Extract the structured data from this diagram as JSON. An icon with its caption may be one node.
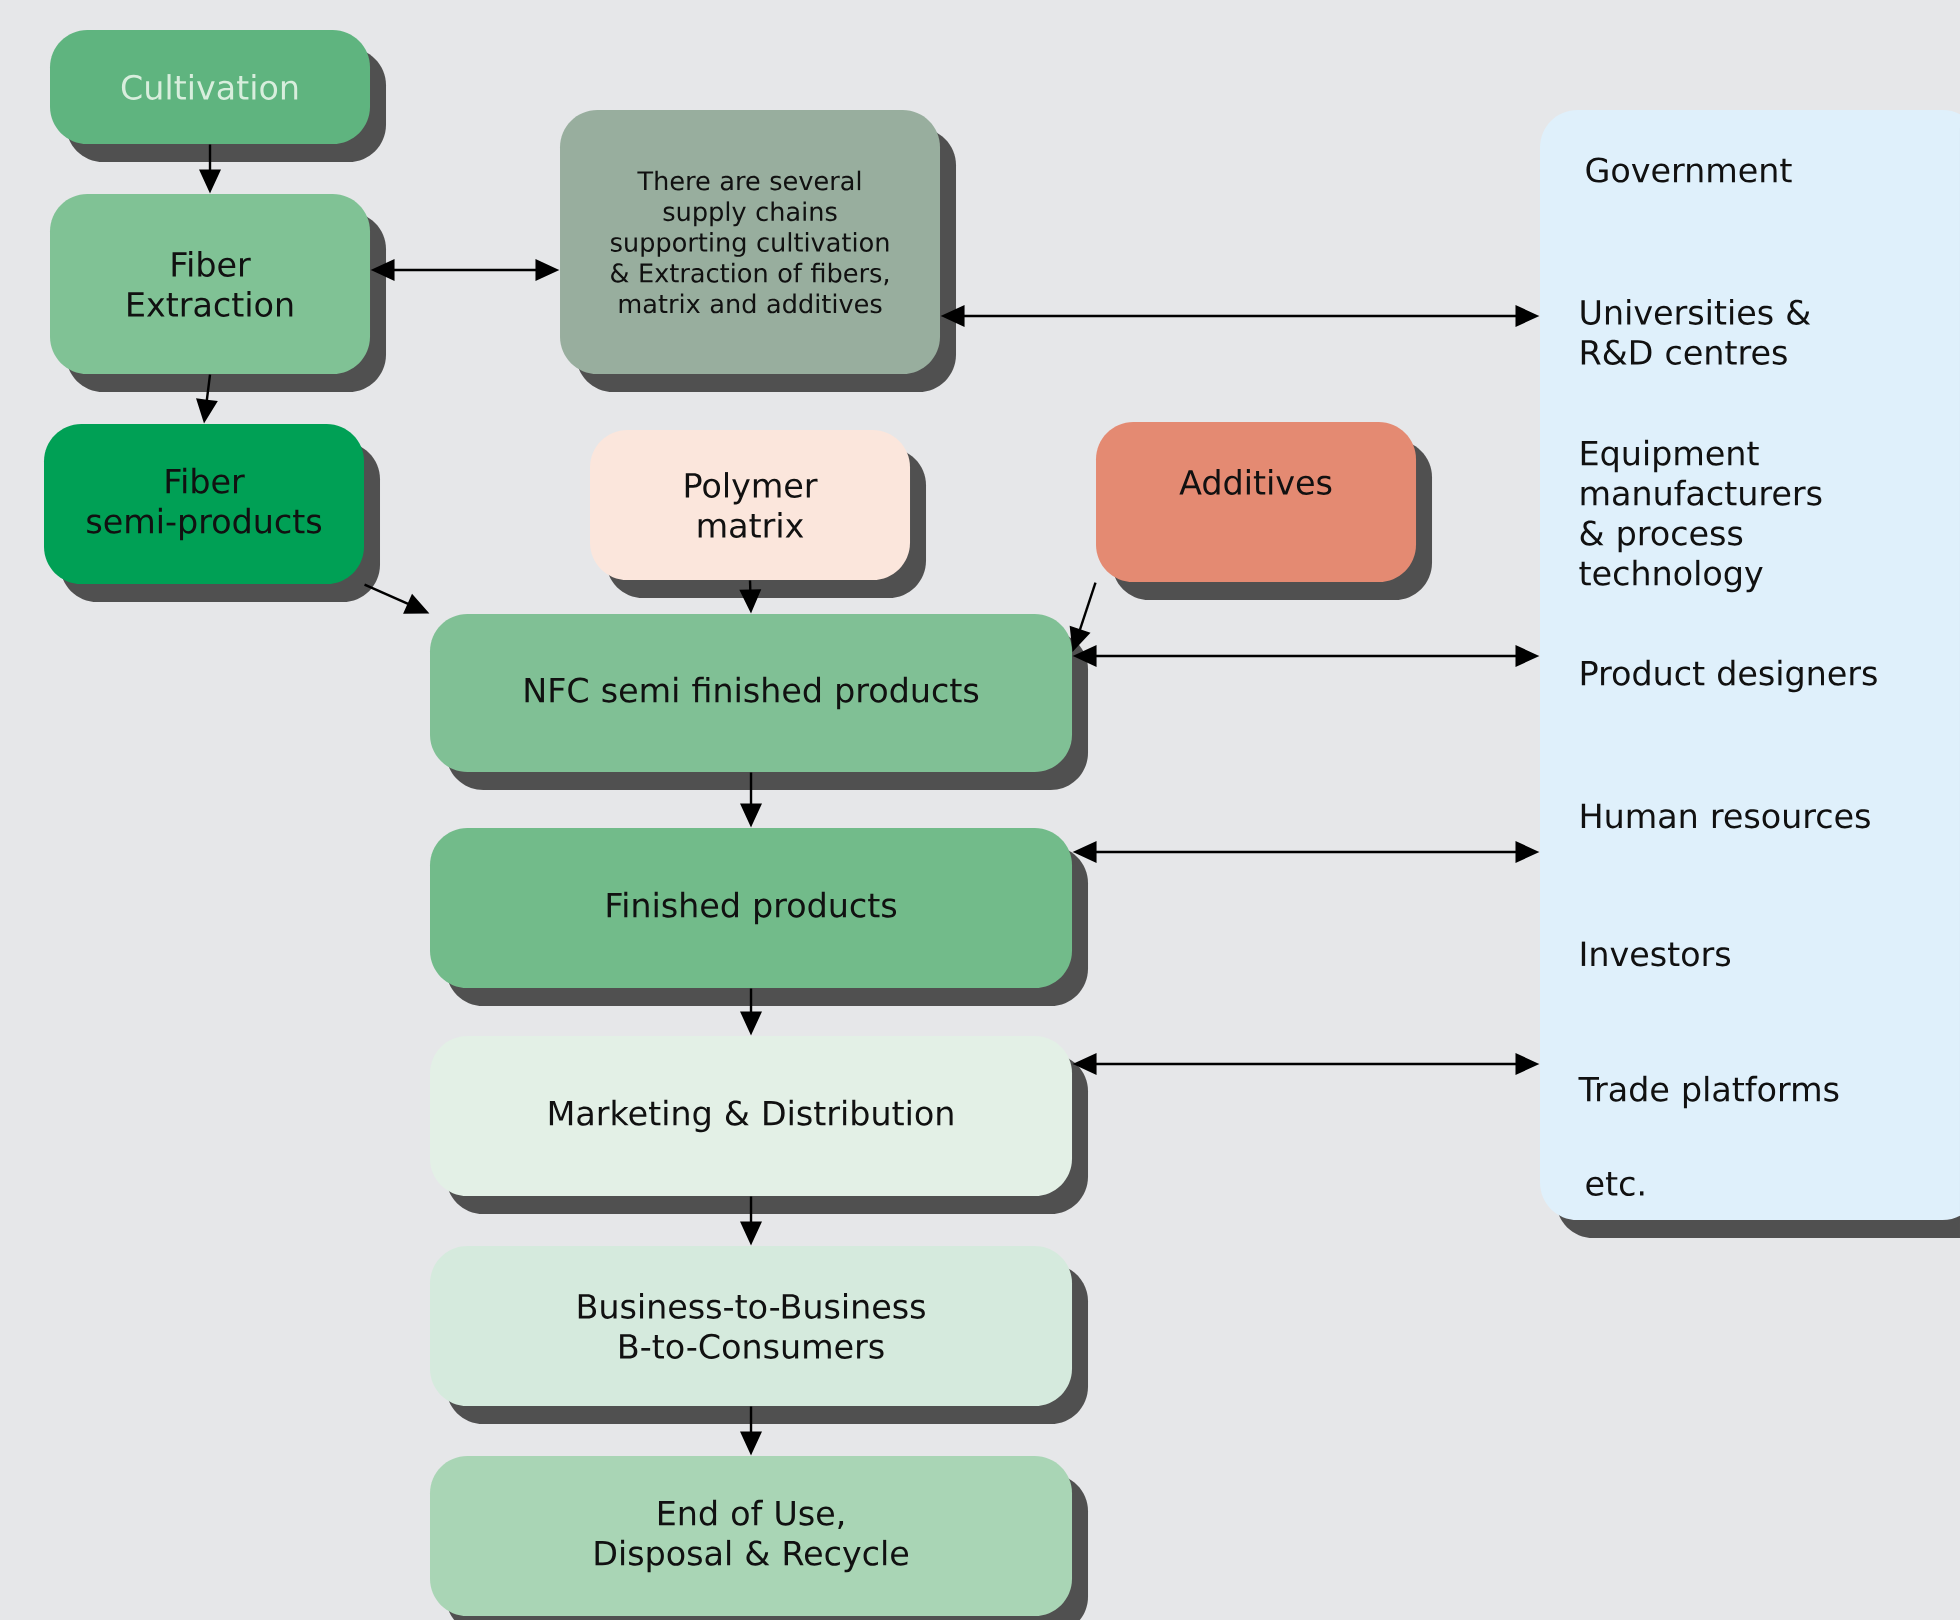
{
  "diagram": {
    "nodes": [
      {
        "text": [
          "Cultivation"
        ]
      },
      {
        "text": [
          "Fiber Extraction"
        ]
      },
      {
        "text": [
          "Fiber semi-products"
        ]
      },
      {
        "text": [
          "There are several supply chains supporting cultivation & Extraction of fibers, matrix and additives"
        ]
      },
      {
        "text": [
          "Polymer matrix"
        ]
      },
      {
        "text": [
          "Additives"
        ]
      },
      {
        "text": [
          "NFC semi finished products"
        ]
      },
      {
        "text": [
          "Finished products"
        ]
      },
      {
        "text": [
          "Marketing & Distribution"
        ]
      },
      {
        "text": [
          "Business-to-Business B-to-Consumers"
        ]
      },
      {
        "text": [
          "End of Use, Disposal & Recycle"
        ]
      },
      {
        "text": [
          "Government",
          "Universities & R&D centres",
          "Equipment manufacturers & process technology",
          "Product designers",
          "Human resources",
          "Investors",
          "Trade platforms",
          "etc."
        ]
      }
    ],
    "edges": [
      {
        "from": 0,
        "to": 1,
        "arrow": "to"
      },
      {
        "from": 1,
        "to": 2,
        "arrow": "to"
      },
      {
        "from": 1,
        "to": 3,
        "arrow": "both"
      },
      {
        "from": 2,
        "to": 6,
        "arrow": "to"
      },
      {
        "from": 4,
        "to": 6,
        "arrow": "to"
      },
      {
        "from": 5,
        "to": 6,
        "arrow": "to"
      },
      {
        "from": 6,
        "to": 7,
        "arrow": "to"
      },
      {
        "from": 7,
        "to": 8,
        "arrow": "to"
      },
      {
        "from": 8,
        "to": 9,
        "arrow": "to"
      },
      {
        "from": 9,
        "to": 10,
        "arrow": "to"
      },
      {
        "from": 3,
        "to": 11,
        "arrow": "both"
      },
      {
        "from": 6,
        "to": 11,
        "arrow": "both"
      },
      {
        "from": 7,
        "to": 11,
        "arrow": "both"
      },
      {
        "from": 8,
        "to": 11,
        "arrow": "both"
      }
    ]
  }
}
